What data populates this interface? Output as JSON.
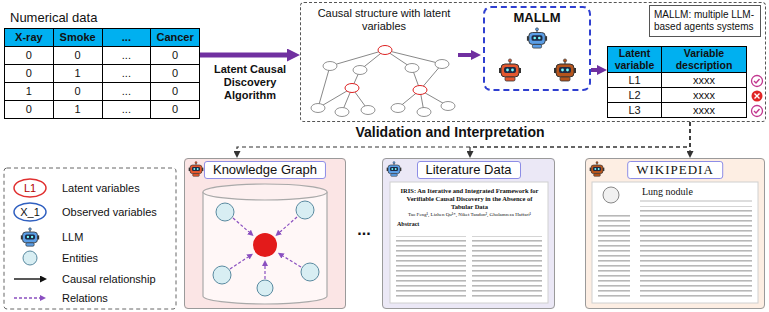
{
  "diagram": {
    "nodes": [
      {
        "text": [
          "Numerical data",
          "X-ray",
          "Smoke",
          "...",
          "Cancer",
          "0",
          "0",
          "...",
          "0",
          "0",
          "1",
          "...",
          "0",
          "1",
          "0",
          "...",
          "0",
          "0",
          "1",
          "...",
          "0"
        ]
      },
      {
        "text": [
          "Causal structure with latent variables"
        ]
      },
      {
        "text": [
          "MALLM"
        ],
        "in": 1
      },
      {
        "text": [
          "MALLM: multiple LLM-based agents systems"
        ],
        "in": 1
      },
      {
        "text": [
          "Latent variable",
          "Variable description",
          "L1",
          "xxxx",
          "L2",
          "xxxx",
          "L3",
          "xxxx"
        ],
        "in": 1
      },
      {
        "text": [
          "Knowledge Graph"
        ]
      },
      {
        "text": [
          "Literature Data",
          "IRIS: An Iterative and Integrated Framework for Verifiable Causal Discovery in the Absence of Tabular Data",
          "Tao Feng¹, Lizhen Qu¹*, Niket Tandon², Gholamreza Haffari¹",
          "Abstract"
        ]
      },
      {
        "text": [
          "WIKIPEDIA",
          "Lung nodule"
        ]
      }
    ],
    "edges": [
      {
        "from": 0,
        "to": 1,
        "arrow": "to",
        "label": "Latent Causal Discovery Algorithm"
      },
      {
        "from": 2,
        "to": 4,
        "arrow": "to"
      },
      {
        "from": 1,
        "to": 5,
        "arrow": "to"
      },
      {
        "from": 1,
        "to": 6,
        "arrow": "to"
      },
      {
        "from": 1,
        "to": 7,
        "arrow": "to"
      }
    ],
    "labels": [
      "L1",
      "X_1",
      "Validation and Interpretation",
      "..."
    ],
    "legend": [
      {
        "text": "Latent variables"
      },
      {
        "text": "Observed variables"
      },
      {
        "text": "LLM"
      },
      {
        "text": "Entities"
      },
      {
        "text": "Causal relationship"
      },
      {
        "text": "Relations"
      }
    ]
  }
}
